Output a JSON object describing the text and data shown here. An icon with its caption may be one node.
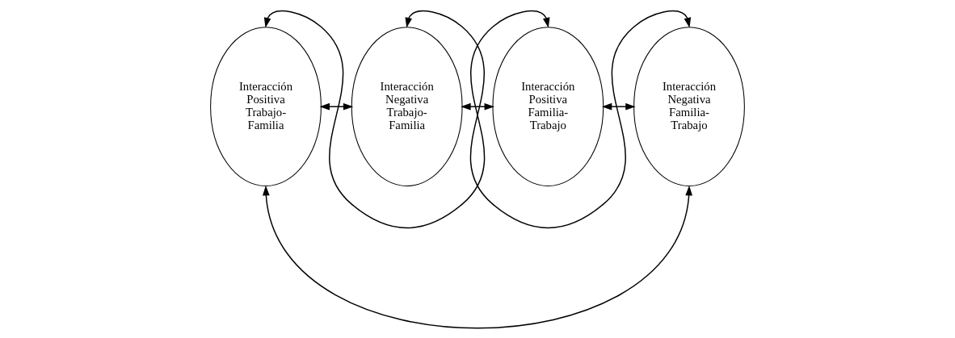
{
  "diagram": {
    "nodes": [
      {
        "text": [
          "Interacción Positiva Trabajo- Familia"
        ]
      },
      {
        "text": [
          "Interacción Negativa Trabajo- Familia"
        ]
      },
      {
        "text": [
          "Interacción Positiva Familia- Trabajo"
        ]
      },
      {
        "text": [
          "Interacción Negativa Familia- Trabajo"
        ]
      }
    ],
    "edges": [
      {
        "from": 0,
        "to": 2,
        "arrow": "both"
      },
      {
        "from": 1,
        "to": 3,
        "arrow": "both"
      },
      {
        "from": 0,
        "to": 1,
        "arrow": "both"
      },
      {
        "from": 1,
        "to": 2,
        "arrow": "both"
      },
      {
        "from": 2,
        "to": 3,
        "arrow": "both"
      },
      {
        "from": 0,
        "to": 3,
        "arrow": "both"
      }
    ]
  }
}
